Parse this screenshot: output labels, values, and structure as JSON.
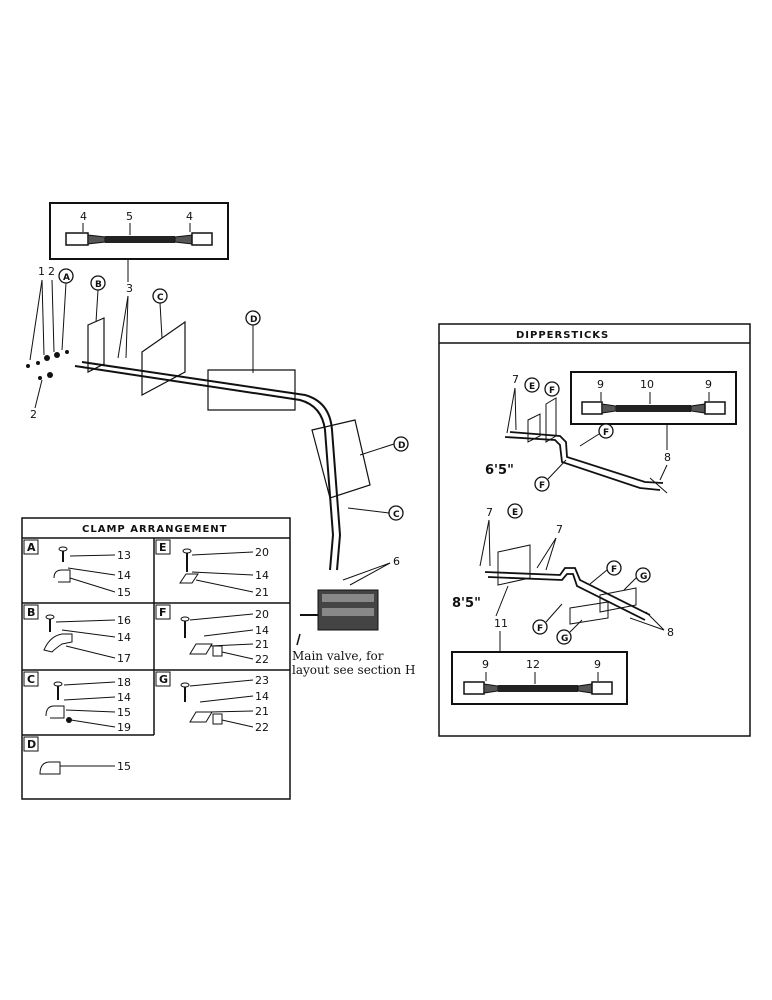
{
  "clamp_panel": {
    "title": "CLAMP ARRANGEMENT",
    "cells": [
      {
        "letter": "A",
        "parts": [
          "13",
          "14",
          "15"
        ]
      },
      {
        "letter": "E",
        "parts": [
          "20",
          "14",
          "21"
        ]
      },
      {
        "letter": "B",
        "parts": [
          "16",
          "14",
          "17"
        ]
      },
      {
        "letter": "F",
        "parts": [
          "20",
          "14",
          "21",
          "22"
        ]
      },
      {
        "letter": "C",
        "parts": [
          "18",
          "14",
          "15",
          "19"
        ]
      },
      {
        "letter": "G",
        "parts": [
          "23",
          "14",
          "21",
          "22"
        ]
      },
      {
        "letter": "D",
        "parts": [
          "15"
        ]
      }
    ]
  },
  "dipper_panel": {
    "title": "DIPPERSTICKS",
    "upper": {
      "length": "6'5\"",
      "hose_parts": [
        "9",
        "10",
        "9"
      ],
      "part_labels": [
        "7",
        "8"
      ],
      "clamp_labels": [
        "E",
        "F",
        "F",
        "F"
      ]
    },
    "lower": {
      "length": "8'5\"",
      "hose_parts": [
        "9",
        "12",
        "9"
      ],
      "part_labels": [
        "7",
        "7",
        "11",
        "8"
      ],
      "clamp_labels": [
        "E",
        "F",
        "G",
        "F",
        "G"
      ]
    }
  },
  "main_assembly": {
    "hose_parts": [
      "4",
      "5",
      "4"
    ],
    "part_labels": [
      "1",
      "2",
      "2",
      "3",
      "6"
    ],
    "clamp_labels": [
      "A",
      "B",
      "C",
      "D",
      "D",
      "C"
    ],
    "valve_note_line1": "Main valve, for",
    "valve_note_line2": "layout see section H"
  }
}
